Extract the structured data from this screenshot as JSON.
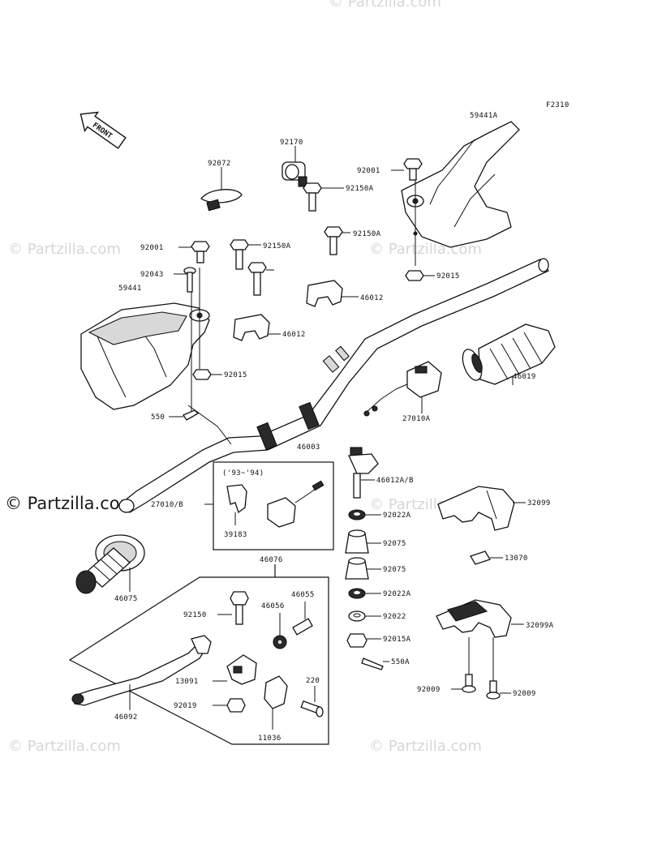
{
  "figure_code": "F2310",
  "front_label": "FRONT",
  "watermarks": [
    "© Partzilla.com",
    "© Partzilla.com",
    "© Partzilla.com",
    "© Partzilla.com",
    "© Partzilla.com",
    "© Partzilla.com",
    "© Partzilla.com"
  ],
  "inset_years": "('93~'94)",
  "parts": {
    "p59441A": "59441A",
    "p92170": "92170",
    "p92072": "92072",
    "p92001a": "92001",
    "p92150A_1": "92150A",
    "p92150A_2": "92150A",
    "p92150A_3": "92150A",
    "p92001b": "92001",
    "p92015a": "92015",
    "p92043": "92043",
    "p59441": "59441",
    "p46012a": "46012",
    "p46012b": "46012",
    "p92015b": "92015",
    "p46019": "46019",
    "p550": "550",
    "p27010A": "27010A",
    "p46003": "46003",
    "p46012AB": "46012A/B",
    "p27010B": "27010/B",
    "p39183": "39183",
    "p32099": "32099",
    "p92022A_1": "92022A",
    "p92075_1": "92075",
    "p13070": "13070",
    "p92075_2": "92075",
    "p46076": "46076",
    "p92022A_2": "92022A",
    "p46075": "46075",
    "p92022": "92022",
    "p32099A": "32099A",
    "p46055": "46055",
    "p46056": "46056",
    "p92150": "92150",
    "p92015A": "92015A",
    "p550A": "550A",
    "p13091": "13091",
    "p220": "220",
    "p92009a": "92009",
    "p92009b": "92009",
    "p92019": "92019",
    "p46092": "46092",
    "p11036": "11036"
  }
}
